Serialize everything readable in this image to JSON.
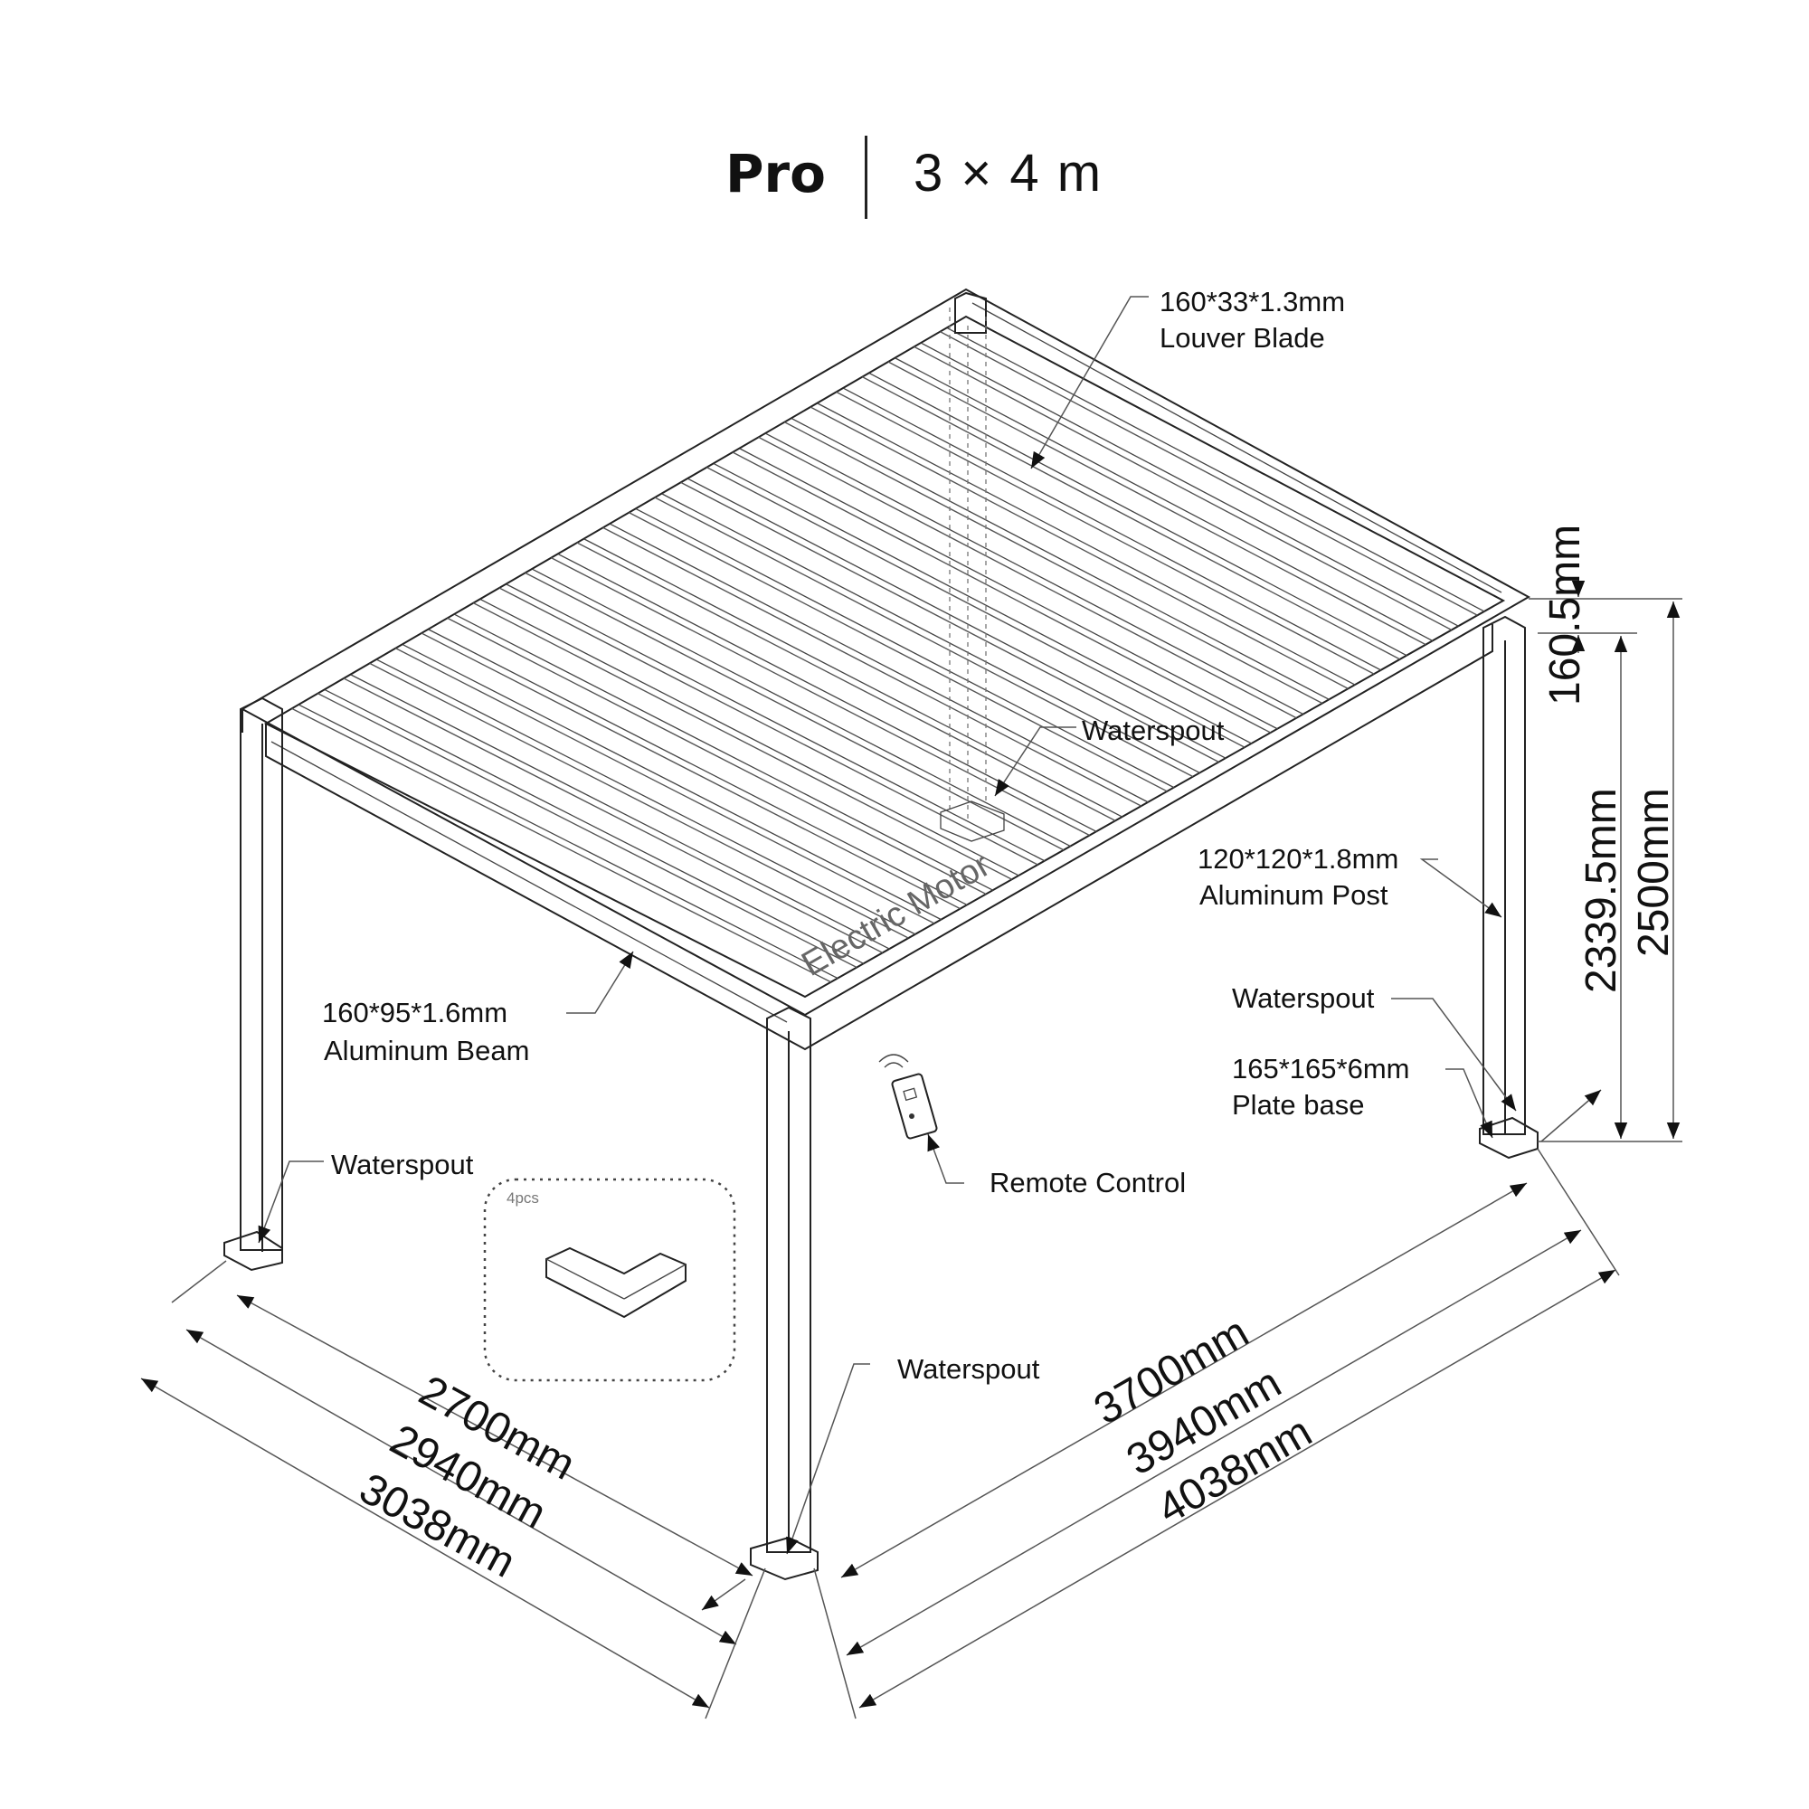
{
  "title": {
    "model": "Pro",
    "size": "3 × 4 m"
  },
  "labels": {
    "louver_dim": "160*33*1.3mm",
    "louver_name": "Louver Blade",
    "waterspout_top": "Waterspout",
    "electric_motor": "Electric Motor",
    "post_dim": "120*120*1.8mm",
    "post_name": "Aluminum Post",
    "waterspout_right": "Waterspout",
    "base_dim": "165*165*6mm",
    "base_name": "Plate base",
    "beam_dim": "160*95*1.6mm",
    "beam_name": "Aluminum Beam",
    "remote": "Remote Control",
    "waterspout_left": "Waterspout",
    "inset_qty": "4pcs",
    "waterspout_bottom": "Waterspout"
  },
  "dimensions": {
    "width_inner": "2700mm",
    "width_mid": "2940mm",
    "width_outer": "3038mm",
    "length_inner": "3700mm",
    "length_mid": "3940mm",
    "length_outer": "4038mm",
    "beam_height": "160.5mm",
    "clear_height": "2339.5mm",
    "total_height": "2500mm"
  }
}
